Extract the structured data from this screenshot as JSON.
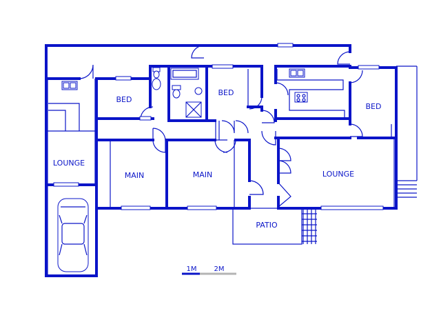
{
  "colors": {
    "wall": "#0a14c8",
    "background": "#ffffff",
    "scale_grey": "#b4b4b4"
  },
  "rooms": {
    "lounge_left": "LOUNGE",
    "bed_left": "BED",
    "bed_center": "BED",
    "bed_right": "BED",
    "main_left": "MAIN",
    "main_right": "MAIN",
    "lounge_right": "LOUNGE",
    "patio": "PATIO"
  },
  "scale": {
    "label_1": "1M",
    "label_2": "2M"
  }
}
